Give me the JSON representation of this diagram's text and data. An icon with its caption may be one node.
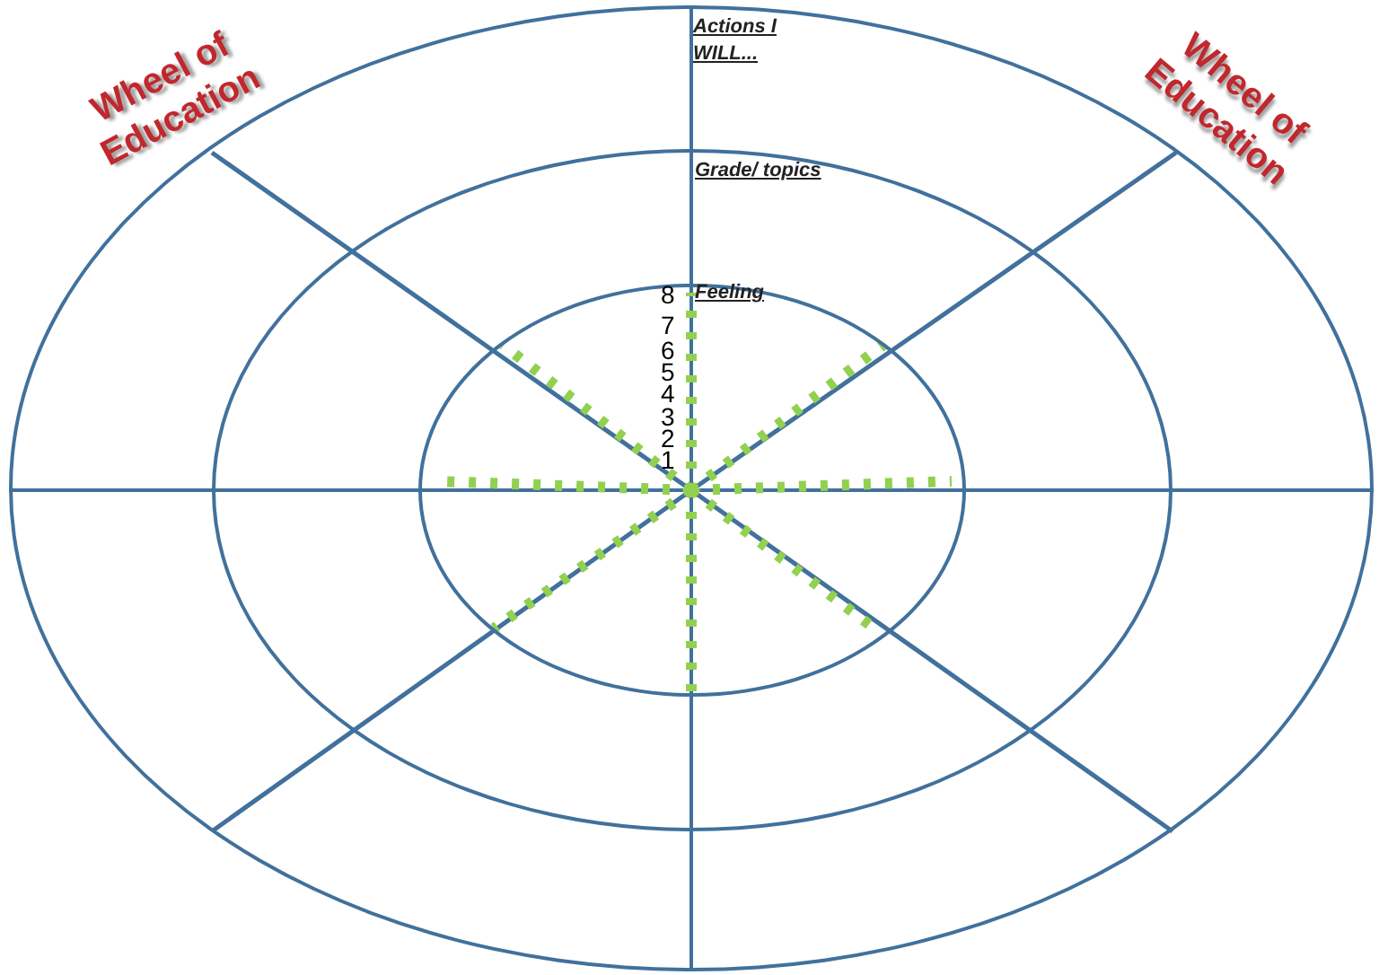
{
  "diagram": {
    "nodes": [
      {
        "text": [
          "Actions I WILL..."
        ]
      },
      {
        "text": [
          "Grade/ topics"
        ],
        "in": 0
      },
      {
        "text": [
          "Feeling"
        ],
        "in": 1
      }
    ],
    "labels": [
      "Wheel of Education",
      "Wheel of Education",
      "8",
      "7",
      "6",
      "5",
      "4",
      "3",
      "2",
      "1"
    ]
  }
}
